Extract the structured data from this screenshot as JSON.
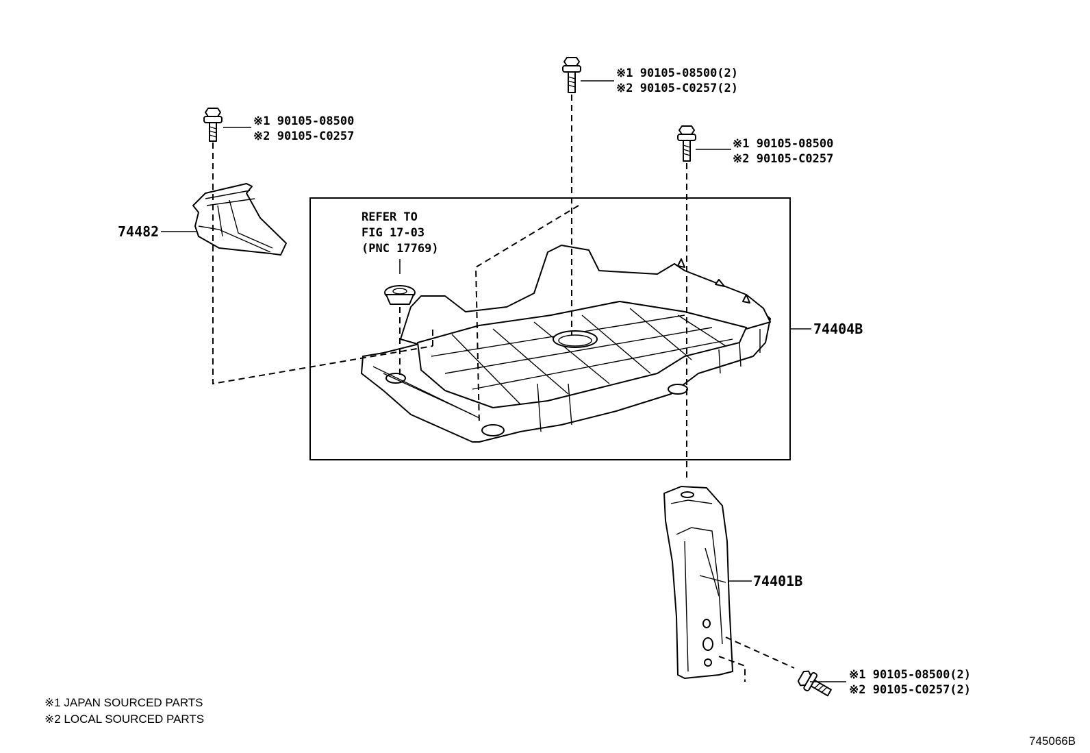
{
  "fasteners": {
    "bolt_left": {
      "line1": "※1  90105-08500",
      "line2": "※2  90105-C0257"
    },
    "bolt_top": {
      "line1": "※1  90105-08500(2)",
      "line2": "※2  90105-C0257(2)"
    },
    "bolt_right": {
      "line1": "※1  90105-08500",
      "line2": "※2  90105-C0257"
    },
    "bolt_bottom": {
      "line1": "※1  90105-08500(2)",
      "line2": "※2  90105-C0257(2)"
    }
  },
  "parts": {
    "bracket_left": "74482",
    "tray": "74404B",
    "support": "74401B"
  },
  "refer": {
    "line1": "REFER TO",
    "line2": "FIG 17-03",
    "line3": "(PNC 17769)"
  },
  "legend": {
    "line1": "※1 JAPAN SOURCED PARTS",
    "line2": "※2 LOCAL SOURCED PARTS"
  },
  "illustration_id": "745066B"
}
